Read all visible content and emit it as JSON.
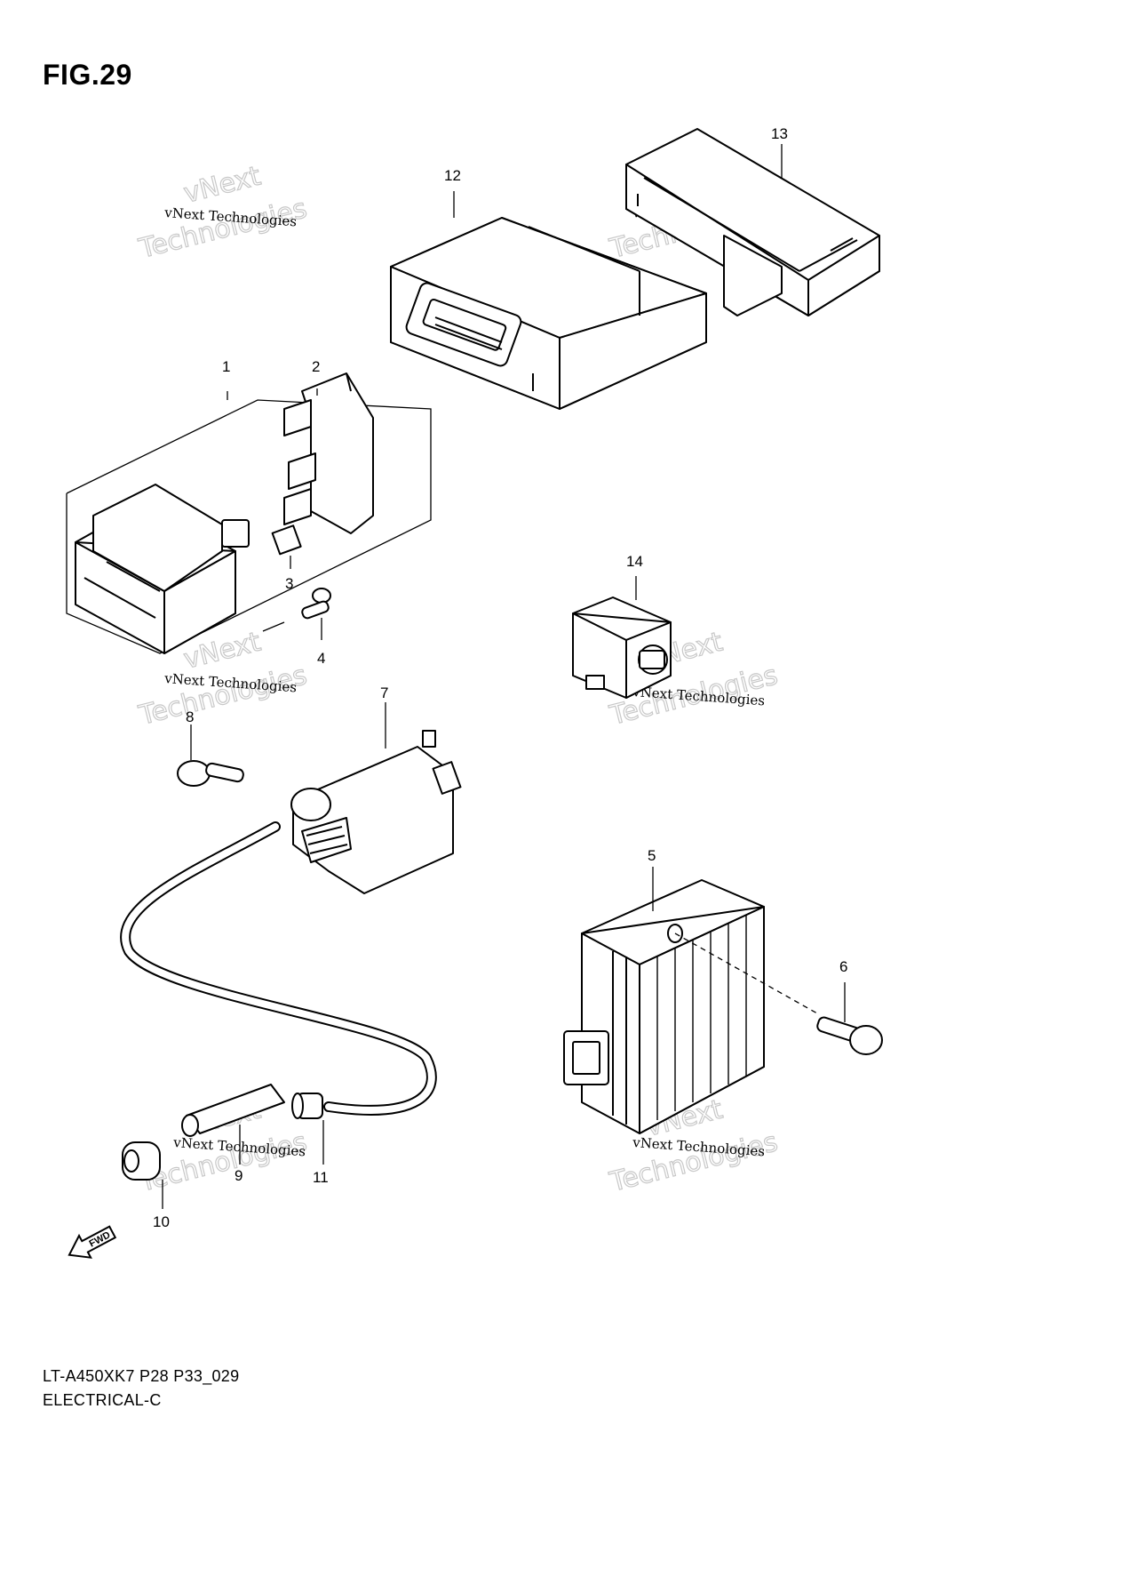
{
  "figure": {
    "title": "FIG.29",
    "code": "LT-A450XK7 P28 P33_029",
    "name": "ELECTRICAL-C"
  },
  "watermark": {
    "small": "vNext Technologies",
    "large_a": "vNext",
    "large_b": "Technologies"
  },
  "fwd_label": "FWD",
  "callouts": {
    "c1": "1",
    "c2": "2",
    "c3": "3",
    "c4": "4",
    "c5": "5",
    "c6": "6",
    "c7": "7",
    "c8": "8",
    "c9": "9",
    "c10": "10",
    "c11": "11",
    "c12": "12",
    "c13": "13",
    "c14": "14"
  }
}
